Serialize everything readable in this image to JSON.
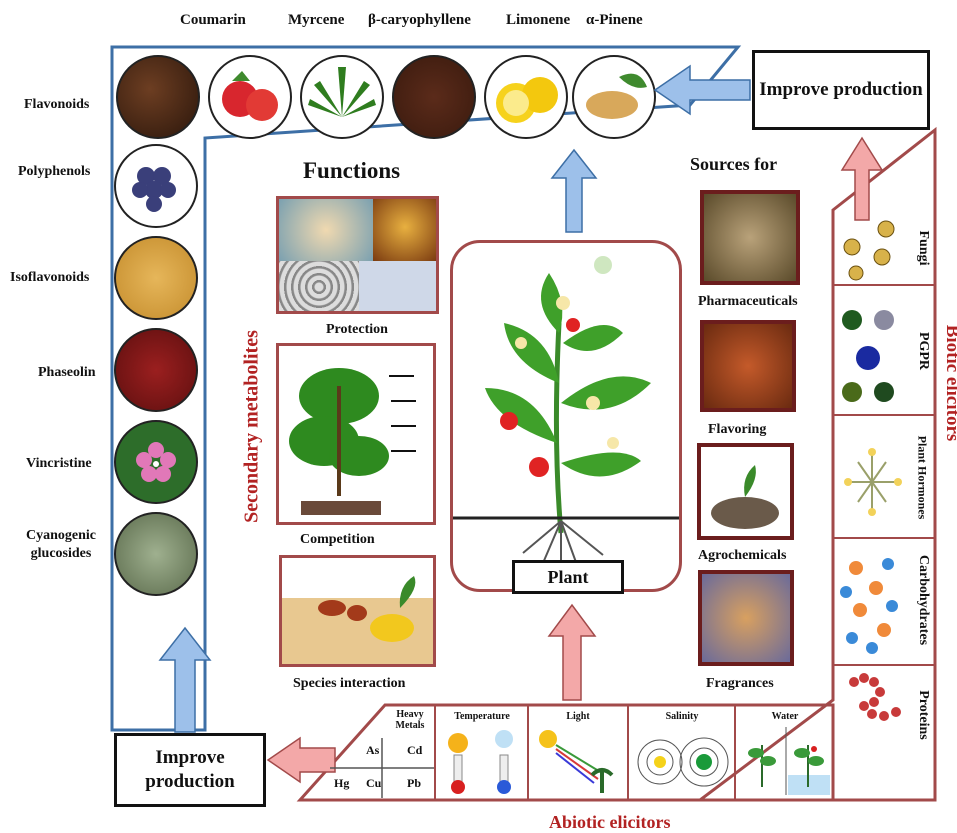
{
  "top_metabolites": [
    "Coumarin",
    "Myrcene",
    "β-caryophyllene",
    "Limonene",
    "α-Pinene"
  ],
  "left_metabolites": [
    "Flavonoids",
    "Polyphenols",
    "Isoflavonoids",
    "Phaseolin",
    "Vincristine",
    "Cyanogenic glucosides"
  ],
  "side_title": "Secondary metabolites",
  "improve_top": "Improve production",
  "improve_bottom": "Improve production",
  "functions": {
    "title": "Functions",
    "items": [
      "Protection",
      "Competition",
      "Species interaction"
    ]
  },
  "center": {
    "label": "Plant"
  },
  "sources": {
    "title": "Sources for",
    "items": [
      "Pharmaceuticals",
      "Flavoring",
      "Agrochemicals",
      "Fragrances"
    ]
  },
  "biotic": {
    "title": "Biotic elicitors",
    "items": [
      "Fungi",
      "PGPR",
      "Plant Hormones",
      "Carbohydrates",
      "Proteins"
    ]
  },
  "abiotic": {
    "title": "Abiotic elicitors",
    "heavy_metals": {
      "title": "Heavy Metals",
      "elements": [
        "As",
        "Cd",
        "Hg",
        "Cu",
        "Pb"
      ]
    },
    "items": [
      "Temperature",
      "Light",
      "Salinity",
      "Water"
    ]
  },
  "colors": {
    "blue_frame": "#3d6fa6",
    "red_frame": "#a24a4a",
    "blue_arrow": "#9dc0ea",
    "red_arrow": "#f3a8a8",
    "title_red": "#b22222"
  }
}
